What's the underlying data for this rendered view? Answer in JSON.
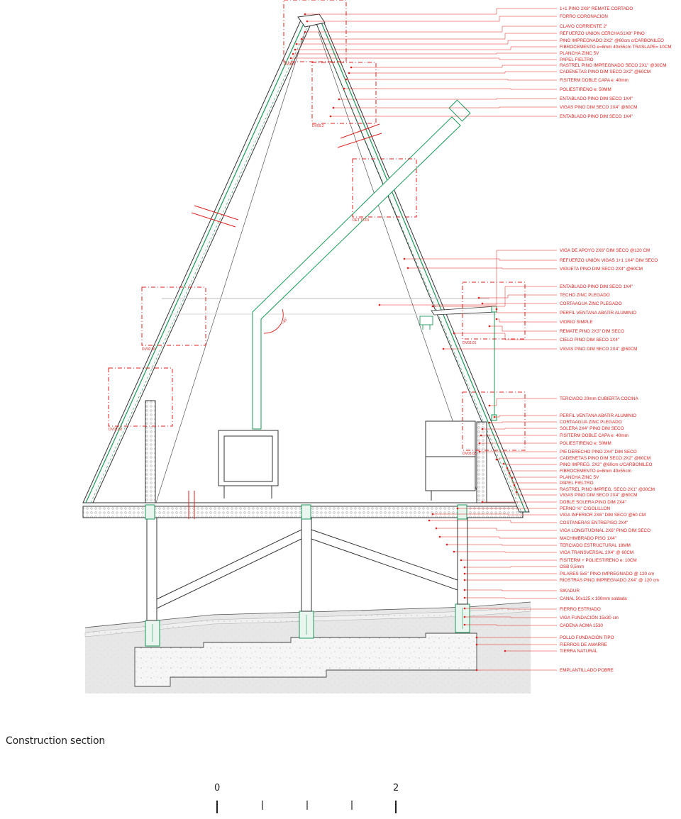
{
  "caption": "Construction section",
  "scale_bar": {
    "start_label": "0",
    "end_label": "2"
  },
  "colors": {
    "annotation": "#e0201c",
    "structure": "#1a9a5a",
    "linework": "#333333",
    "soil": "#e6e6e6"
  },
  "detail_tags": [
    "DV09.1",
    "DV09.2",
    "DET TC01",
    "DV02.01",
    "DV02.02",
    "DV03.01",
    "DV03.02"
  ],
  "angle_label": "~45°",
  "labels_top": [
    "1+1 PINO 2X8\" REMATE CORTADO",
    "FORRO CORONACION",
    "CLAVO CORRIENTE 2\"",
    "REFUERZO UNION CERCHAS1X8\" PINO",
    "PINO IMPREGNADO  2X2\" @60cm c/CARBONILEO",
    "FIBROCEMENTO e=8mm 40x55cm TRASLAPE= 10CM",
    "PLANCHA ZINC 5V",
    "PAPEL FIELTRO",
    "RASTREL PINO IMPREGNADO SECO 2X1\" @30CM",
    "CADENETAS PINO DIM SECO 2X2\" @60CM",
    "FISITERM DOBLE CAPA e: 40mm",
    "POLIESTIRENO e: 50MM",
    "ENTABLADO PINO DIM SECO 1X4\"",
    "VIGAS PINO DIM SECO 2X4\" @60CM",
    "ENTABLADO PINO DIM SECO 1X4\""
  ],
  "labels_mid": [
    "VIGA DE APOYO 2X6\" DIM SECO @120 CM",
    "REFUERZO UNIÓN VIGAS 1+1 1X4\" DIM SECO",
    "VIGUETA PINO DIM SECO 2X4\" @60CM",
    "ENTABLADO PINO DIM SECO 1X4\"",
    "TECHO ZINC PLEGADO",
    "CORTAAGUA ZINC PLEGADO",
    "PERFIL VENTANA ABATIR ALUMINIO",
    "VIDRIO SIMPLE",
    "REMATE PINO 2X3\" DIM SECO",
    "CIELO PINO DIM SECO 1X4\"",
    "VIGAS PINO DIM SECO 2X4\" @60CM"
  ],
  "labels_bottom": [
    "TERCIADO 20mm CUBIERTA COCINA",
    "PERFIL VENTANA ABATIR ALUMINIO",
    "CORTAAGUA ZINC PLEGADO",
    "SOLERA 2X4\" PINO DIM SECO",
    "FISITERM DOBLE CAPA e: 40mm",
    "POLIESTIRENO e: 50MM",
    "PIE DERECHO PINO 2X4\" DIM SECO",
    "CADENETAS PINO DIM SECO 2X2\" @60CM",
    "PINO IMPREG.  2X2\" @60cm c/CARBONILEO",
    "FIBROCEMENTO e=8mm 40x55cm",
    "PLANCHA ZINC 5V",
    "PAPEL FIELTRO",
    "RASTREL PINO IMPREG. SECO 2X1\" @30CM",
    "VIGAS PINO DIM SECO 2X4\" @60CM",
    "DOBLE SOLERA PINO DIM 2X4\"",
    "PERNO ⅝\" C/GOLILLON",
    "VIGA INFERIOR  2X6\" DIM SECO @60 CM",
    "COSTANERAS ENTREPISO 2X4\"",
    "VIGA LONGITUDINAL 2X6\" PINO DIM SECO",
    "MACHIMBRADO PISO 1X4\"",
    "TERCIADO ESTRUCTURAL 18MM",
    "VIGA TRANSVERSAL 2X4\" @ 60CM",
    "FISITERM + POLIESTIRENO e: 10CM",
    "OSB 9,5mm",
    "PILARES 5x5\" PINO IMPREGNADO @ 120 cm",
    "RIOSTRAS PINO IMPREGNADO 2X4\" @ 120 cm",
    "SIKADUR",
    "CANAL 50x125 x 100mm soldada",
    "FIERRO ESTRIADO",
    "VIGA FUNDACIÓN 15x30 cm",
    "CADENA ACMA 1530",
    "POLLO FUNDACIÓN TIPO",
    "FIERROS DE AMARRE",
    "TIERRA NATURAL",
    "EMPLANTILLADO POBRE"
  ]
}
